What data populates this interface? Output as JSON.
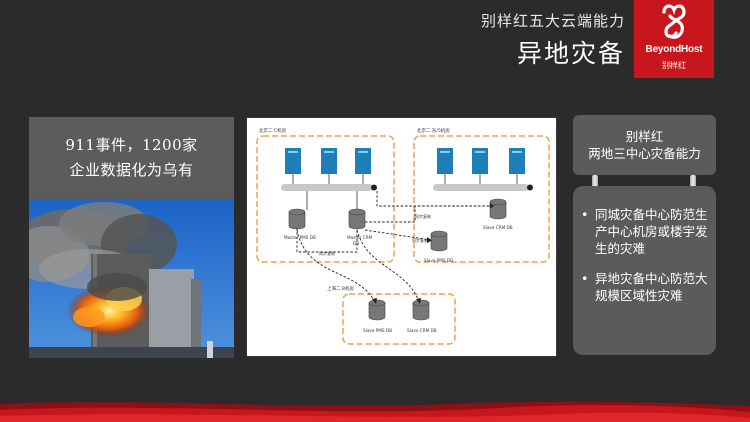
{
  "header": {
    "subtitle": "别样红五大云端能力",
    "title": "异地灾备"
  },
  "logo": {
    "brand": "BeyondHost",
    "cn": "别样红"
  },
  "left": {
    "line1": "911事件，1200家",
    "line2": "企业数据化为乌有"
  },
  "diagram": {
    "zone_a": "北京二 C机房",
    "zone_b": "北京二 东/5机房",
    "zone_c": "上海二 B机房",
    "master_pms": "Master PMS DB",
    "master_crm_1": "Master CRM",
    "master_crm_2": "DB",
    "slave_crm_top": "Slave CRM DB",
    "slave_pms_mid": "Slave PMS DB",
    "slave_pms_bot": "Slave PMS DB",
    "slave_crm_bot": "Slave CRM DB",
    "sync_top": "同步复制",
    "sync_mid": "同步复制",
    "sync_local": "同步复制"
  },
  "right": {
    "title_line1": "别样红",
    "title_line2": "两地三中心灾备能力",
    "bullets": [
      "同城灾备中心防范生产中心机房或楼宇发生的灾难",
      "异地灾备中心防范大规模区域性灾难"
    ]
  },
  "colors": {
    "brand_red": "#c8161d",
    "panel_grey": "#5b5b5b",
    "zone_orange": "#f0a04a",
    "server_blue": "#1e7fb8"
  }
}
